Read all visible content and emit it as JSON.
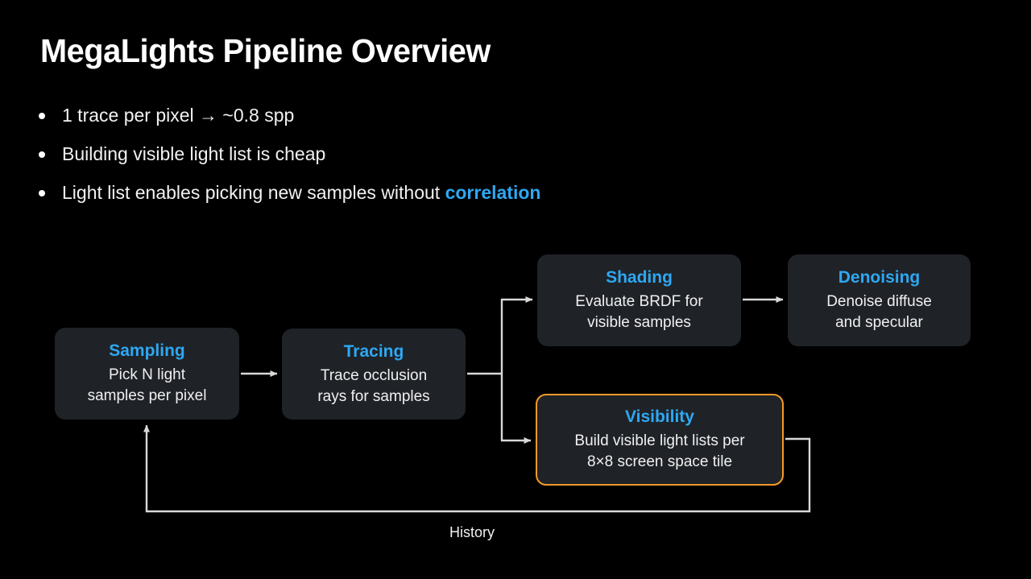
{
  "slide": {
    "title": "MegaLights Pipeline Overview",
    "background_color": "#000000",
    "accent_blue": "#2ea8f2",
    "highlight_orange": "#f59a2a",
    "node_fill": "#1f2227",
    "text_color": "#f2f2f2"
  },
  "bullets": [
    {
      "text_before": "1 trace per pixel → ~0.8 spp",
      "highlight": "",
      "text_after": ""
    },
    {
      "text_before": "Building visible light list is cheap",
      "highlight": "",
      "text_after": ""
    },
    {
      "text_before": "Light list enables picking new samples without ",
      "highlight": "correlation",
      "text_after": ""
    }
  ],
  "diagram": {
    "nodes": [
      {
        "id": "sampling",
        "title": "Sampling",
        "desc": "Pick N light\nsamples per pixel",
        "highlighted": false
      },
      {
        "id": "tracing",
        "title": "Tracing",
        "desc": "Trace occlusion\nrays for samples",
        "highlighted": false
      },
      {
        "id": "shading",
        "title": "Shading",
        "desc": "Evaluate BRDF for\nvisible samples",
        "highlighted": false
      },
      {
        "id": "denoising",
        "title": "Denoising",
        "desc": "Denoise diffuse\nand specular",
        "highlighted": false
      },
      {
        "id": "visibility",
        "title": "Visibility",
        "desc": "Build visible light lists per\n8×8 screen space tile",
        "highlighted": true
      }
    ],
    "edges": [
      {
        "from": "sampling",
        "to": "tracing",
        "label": ""
      },
      {
        "from": "tracing",
        "to": "shading",
        "label": ""
      },
      {
        "from": "tracing",
        "to": "visibility",
        "label": ""
      },
      {
        "from": "shading",
        "to": "denoising",
        "label": ""
      },
      {
        "from": "visibility",
        "to": "sampling",
        "label": "History"
      }
    ],
    "edge_labels": {
      "history": "History"
    }
  }
}
